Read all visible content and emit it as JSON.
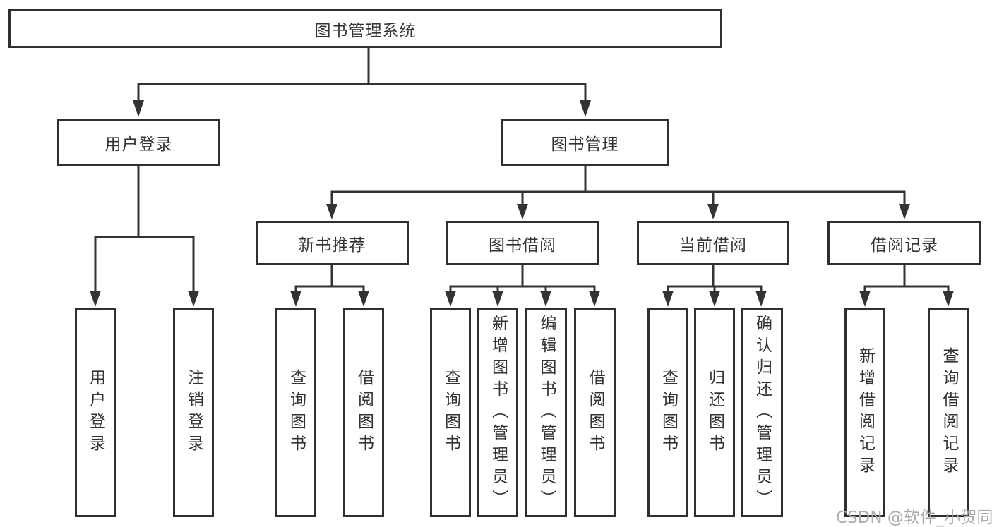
{
  "diagram": {
    "type": "hierarchy-tree",
    "title": "图书管理系统",
    "colors": {
      "line": "#333333",
      "box_border": "#2f2f2f",
      "text": "#333333",
      "box_background": "#ffffff",
      "watermark": "#ababab"
    },
    "nodes": {
      "root": "图书管理系统",
      "user_login": "用户登录",
      "book_management": "图书管理",
      "new_book_recommend": "新书推荐",
      "book_borrowing": "图书借阅",
      "current_borrowing": "当前借阅",
      "borrowing_records": "借阅记录",
      "leaf_user_login": "用户登录",
      "leaf_logout": "注销登录",
      "leaf_query_books_recommend": "查询图书",
      "leaf_borrow_books_recommend": "借阅图书",
      "leaf_query_books_borrowing": "查询图书",
      "leaf_add_books_admin": "新增图书（管理员）",
      "leaf_edit_books_admin": "编辑图书（管理员）",
      "leaf_borrow_books_borrowing": "借阅图书",
      "leaf_query_books_current": "查询图书",
      "leaf_return_books": "归还图书",
      "leaf_confirm_return_admin": "确认归还（管理员）",
      "leaf_add_borrow_record": "新增借阅记录",
      "leaf_query_borrow_record": "查询借阅记录"
    },
    "watermark": "CSDN @软件_小贺同学"
  }
}
